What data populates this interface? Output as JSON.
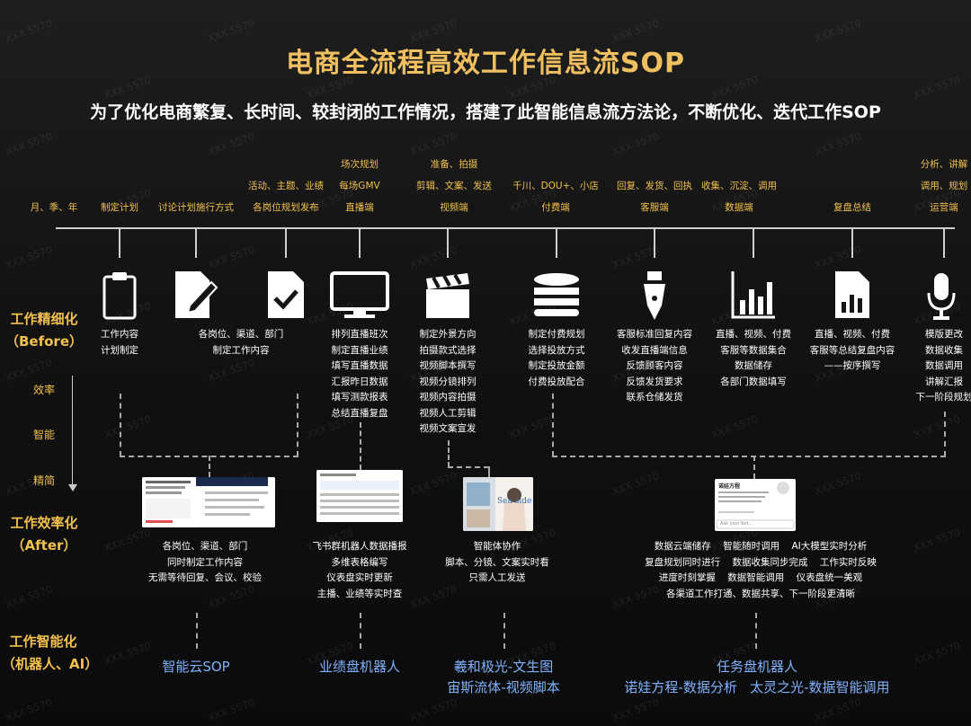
{
  "title": "电商全流程高效工作信息流SOP",
  "subtitle": "为了优化电商繁复、长时间、较封闭的工作情况，搭建了此智能信息流方法论，不断优化、迭代工作SOP",
  "stages": [
    {
      "lines": [
        "月、季、年"
      ]
    },
    {
      "lines": [
        "制定计划"
      ]
    },
    {
      "lines": [
        "讨论计划施行方式"
      ]
    },
    {
      "lines": [
        "活动、主题、业绩",
        "各岗位规划发布"
      ]
    },
    {
      "lines": [
        "场次规划",
        "每场GMV",
        "直播端"
      ]
    },
    {
      "lines": [
        "准备、拍摄",
        "剪辑、文案、发送",
        "视频端"
      ]
    },
    {
      "lines": [
        "千川、DOU+、小店",
        "付费端"
      ]
    },
    {
      "lines": [
        "回复、发货、回执",
        "客服端"
      ]
    },
    {
      "lines": [
        "收集、沉淀、调用",
        "数据端"
      ]
    },
    {
      "lines": [
        "复盘总结"
      ]
    },
    {
      "lines": [
        "分析、讲解",
        "调用、规划",
        "运营端"
      ]
    }
  ],
  "row_labels": {
    "before": [
      "工作精细化",
      "（Before）"
    ],
    "after": [
      "工作效率化",
      "（After）"
    ],
    "ai": [
      "工作智能化",
      "（机器人、AI）"
    ]
  },
  "side_labels": [
    "效率",
    "智能",
    "精简"
  ],
  "before_descs": [
    {
      "icon": "clipboard-icon",
      "lines": [
        "工作内容",
        "计划制定"
      ]
    },
    {
      "icon": "document-edit-icon",
      "lines": [
        "各岗位、渠道、部门",
        "制定工作内容"
      ]
    },
    {
      "icon": "document-check-icon",
      "lines": []
    },
    {
      "icon": "monitor-icon",
      "lines": [
        "排列直播班次",
        "制定直播业绩",
        "填写直播数据",
        "汇报昨日数据",
        "填写测款报表",
        "总结直播复盘"
      ]
    },
    {
      "icon": "clapperboard-icon",
      "lines": [
        "制定外景方向",
        "拍摄款式选择",
        "视频脚本撰写",
        "视频分镜排列",
        "视频内容拍摄",
        "视频人工剪辑",
        "视频文案宣发"
      ]
    },
    {
      "icon": "database-icon",
      "lines": [
        "制定付费规划",
        "选择投放方式",
        "制定投放金额",
        "付费投放配合"
      ]
    },
    {
      "icon": "pen-nib-icon",
      "lines": [
        "客服标准回复内容",
        "收发直播端信息",
        "反馈顾客内容",
        "反馈发货要求",
        "联系仓储发货"
      ]
    },
    {
      "icon": "bar-chart-icon",
      "lines": [
        "直播、视频、付费",
        "客服等数据集合",
        "数据储存",
        "各部门数据填写"
      ]
    },
    {
      "icon": "report-chart-icon",
      "lines": [
        "直播、视频、付费",
        "客服等总结复盘内容",
        "——按序撰写"
      ]
    },
    {
      "icon": "microphone-icon",
      "lines": [
        "模版更改",
        "数据收集",
        "数据调用",
        "讲解汇报",
        "下一阶段规划"
      ]
    }
  ],
  "after_descs": [
    {
      "lines": [
        "各岗位、渠道、部门",
        "同时制定工作内容",
        "无需等待回复、会议、校验"
      ]
    },
    {
      "lines": [
        "飞书群机器人数据播报",
        "多维表格编写",
        "仪表盘实时更新",
        "主播、业绩等实时查"
      ]
    },
    {
      "lines": [
        "智能体协作",
        "脚本、分镜、文案实时看",
        "只需人工发送"
      ]
    },
    {
      "lines": [
        "数据云端储存    智能随时调用    AI大模型实时分析",
        "复盘规划同时进行    数据收集同步完成    工作实时反映",
        "进度时刻掌握    数据智能调用    仪表盘统一美观",
        "各渠道工作打通、数据共享、下一阶段更清晰"
      ]
    }
  ],
  "bots": [
    {
      "lines": [
        "智能云SOP"
      ]
    },
    {
      "lines": [
        "业绩盘机器人"
      ]
    },
    {
      "lines": [
        "羲和极光-文生图",
        "宙斯流体-视频脚本"
      ]
    },
    {
      "lines": [
        "任务盘机器人",
        "诺娃方程-数据分析   太灵之光-数据智能调用"
      ]
    }
  ],
  "screenshots": {
    "bot_chat": {
      "title": "诺娃方程",
      "footer": "Ask your bot..."
    },
    "photo": {
      "caption": "Sea side"
    }
  },
  "watermark": "XXX 5570",
  "colors": {
    "gold": "#f2c14e",
    "title_gold": "#f0c060",
    "bot_blue": "#7fb3ff"
  }
}
